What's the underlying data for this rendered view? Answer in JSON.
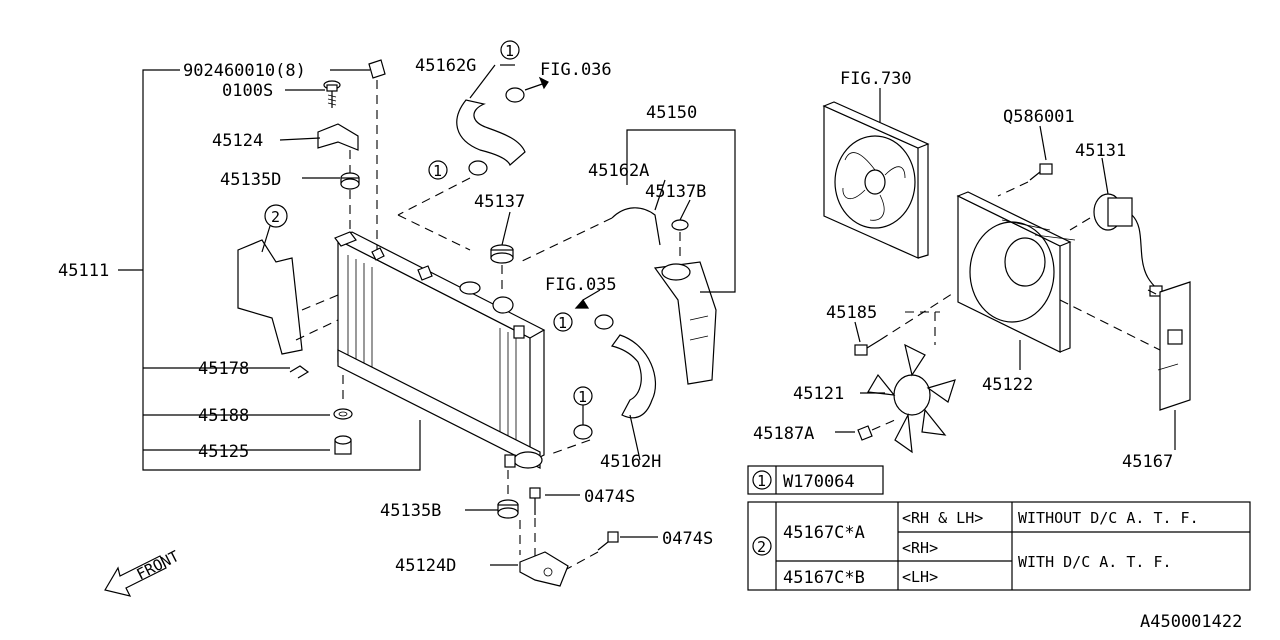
{
  "callouts": {
    "p902460010": "902460010(8)",
    "p0100S": "0100S",
    "p45124": "45124",
    "p45135D": "45135D",
    "p45111": "45111",
    "p45178": "45178",
    "p45188": "45188",
    "p45125": "45125",
    "p45162G": "45162G",
    "fig036": "FIG.036",
    "p45137": "45137",
    "p45150": "45150",
    "p45162A": "45162A",
    "p45137B": "45137B",
    "fig035": "FIG.035",
    "p45162H": "45162H",
    "p45135B": "45135B",
    "p0474S_a": "0474S",
    "p0474S_b": "0474S",
    "p45124D": "45124D",
    "fig730": "FIG.730",
    "pQ586001": "Q586001",
    "p45131": "45131",
    "p45185": "45185",
    "p45122": "45122",
    "p45121": "45121",
    "p45187A": "45187A",
    "p45167": "45167",
    "front": "FRONT",
    "ref1": "1",
    "ref2": "2"
  },
  "legend_table": {
    "row1": {
      "ref": "1",
      "part": "W170064"
    },
    "row2": {
      "ref": "2",
      "partA": "45167C*A",
      "partB": "45167C*B",
      "side_rh_lh": "<RH & LH>",
      "side_rh": "<RH>",
      "side_lh": "<LH>",
      "note_without": "WITHOUT D/C A. T. F.",
      "note_with": "WITH D/C A. T. F."
    }
  },
  "figure_id": "A450001422"
}
